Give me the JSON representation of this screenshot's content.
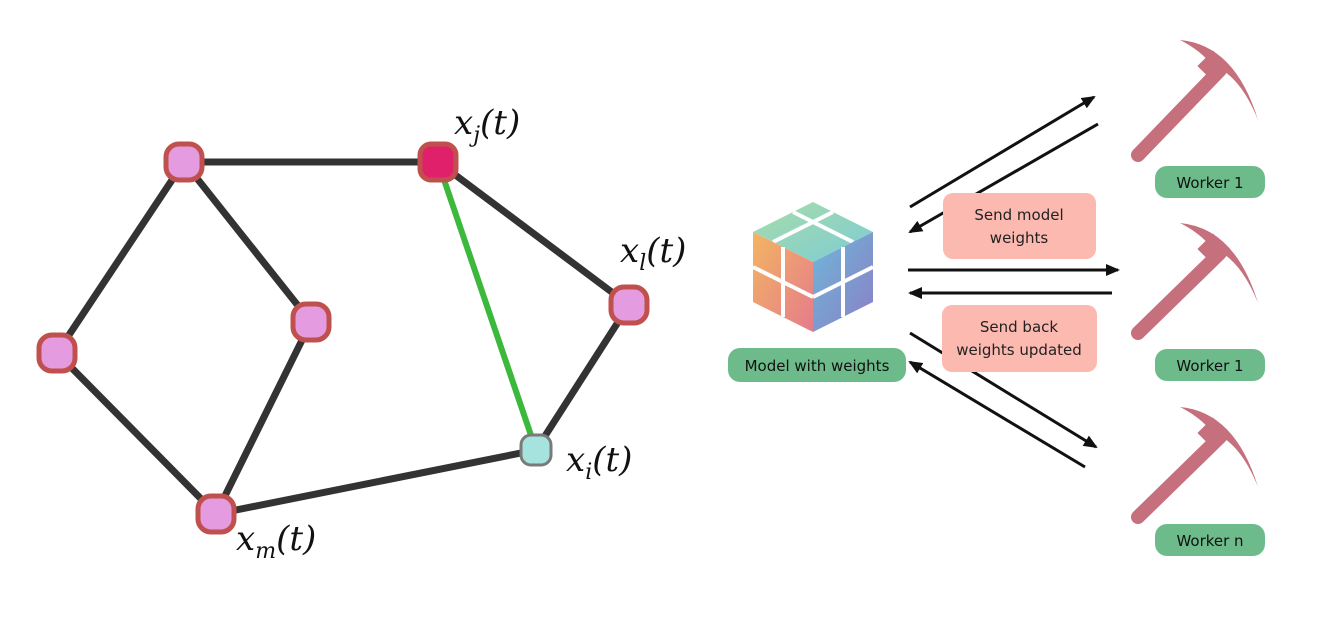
{
  "graph": {
    "labels": {
      "xj": {
        "base": "x",
        "sub": "j",
        "arg": "(t)"
      },
      "xl": {
        "base": "x",
        "sub": "l",
        "arg": "(t)"
      },
      "xi": {
        "base": "x",
        "sub": "i",
        "arg": "(t)"
      },
      "xm": {
        "base": "x",
        "sub": "m",
        "arg": "(t)"
      }
    },
    "colors": {
      "edge": "#333333",
      "highlight_edge": "#3cb83c",
      "node_fill": "#e59be0",
      "node_border": "#c0504d",
      "node_j_fill": "#e0206a",
      "node_i_fill": "#a6e3de",
      "node_i_border": "#7a7a7a"
    }
  },
  "federated": {
    "model_label": "Model with weights",
    "messages": {
      "send": [
        "Send model",
        "weights"
      ],
      "back": [
        "Send back",
        "weights updated"
      ]
    },
    "workers": [
      "Worker 1",
      "Worker 1",
      "Worker n"
    ],
    "colors": {
      "pill": "#6dbb8b",
      "message_box": "#fbb9b0",
      "pickaxe": "#c5707c",
      "arrow": "#111111"
    },
    "icons": {
      "model": "rubiks-cube-icon",
      "worker": "pickaxe-icon"
    }
  }
}
